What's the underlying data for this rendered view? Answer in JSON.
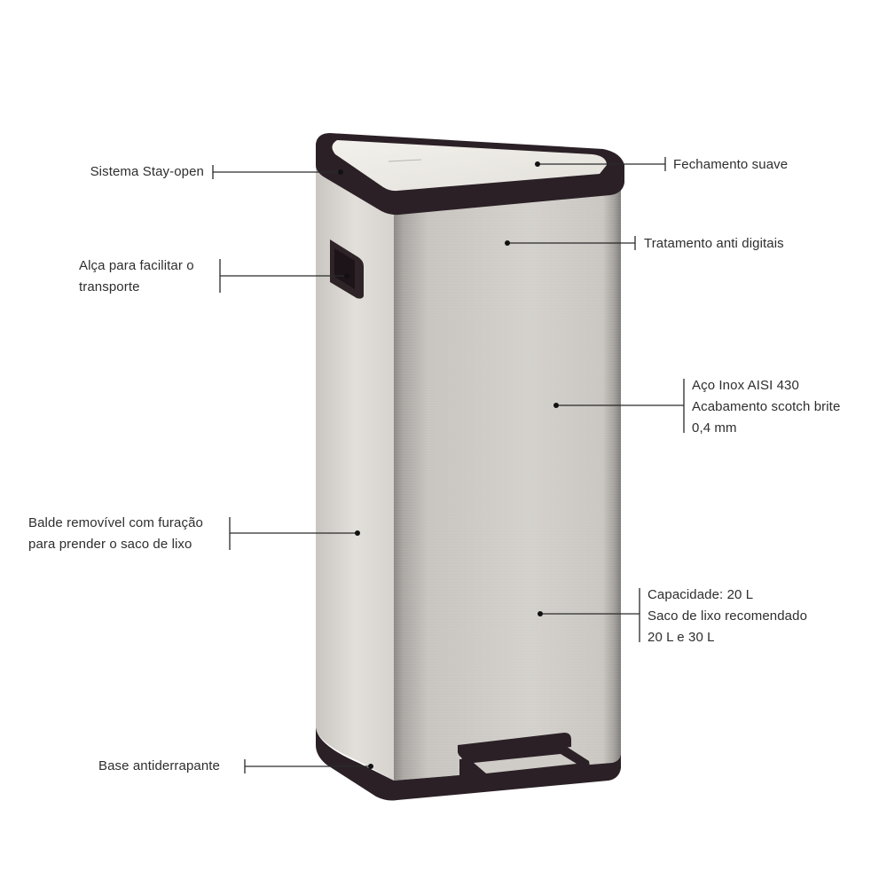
{
  "diagram": {
    "subject": "Lixeira com pedal em aço inox",
    "colors": {
      "steel_light": "#d9d6d1",
      "steel_mid": "#bdbab5",
      "steel_dark": "#8d8a87",
      "rim": "#2a2026",
      "lid": "#ece9e4",
      "leader_line": "#2a2a2a",
      "text": "#2e2e2e"
    },
    "callouts": [
      {
        "id": "stay-open",
        "side": "left",
        "lines": [
          "Sistema Stay-open"
        ]
      },
      {
        "id": "handle",
        "side": "left",
        "lines": [
          "Alça para facilitar o",
          "transporte"
        ]
      },
      {
        "id": "removable-bucket",
        "side": "left",
        "lines": [
          "Balde removível com furação",
          "para prender o saco de lixo"
        ]
      },
      {
        "id": "non-slip-base",
        "side": "left",
        "lines": [
          "Base antiderrapante"
        ]
      },
      {
        "id": "soft-close",
        "side": "right",
        "lines": [
          "Fechamento suave"
        ]
      },
      {
        "id": "anti-fingerprint",
        "side": "right",
        "lines": [
          "Tratamento anti digitais"
        ]
      },
      {
        "id": "material",
        "side": "right",
        "lines": [
          "Aço Inox AISI 430",
          "Acabamento scotch brite",
          "0,4 mm"
        ]
      },
      {
        "id": "capacity",
        "side": "right",
        "lines": [
          "Capacidade: 20 L",
          "Saco de lixo recomendado",
          "20 L e 30 L"
        ]
      }
    ]
  }
}
